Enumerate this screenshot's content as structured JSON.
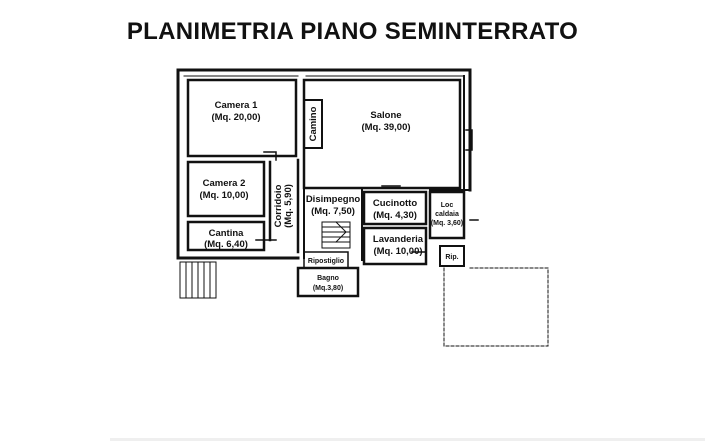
{
  "title": "PLANIMETRIA  PIANO SEMINTERRATO",
  "rooms": {
    "camera1": {
      "name": "Camera 1",
      "area": "(Mq. 20,00)"
    },
    "salone": {
      "name": "Salone",
      "area": "(Mq. 39,00)"
    },
    "camino": {
      "name": "Camino"
    },
    "camera2": {
      "name": "Camera 2",
      "area": "(Mq. 10,00)"
    },
    "corridoio": {
      "name": "Corridoio",
      "area": "(Mq. 5,90)"
    },
    "disimpegno": {
      "name": "Disimpegno",
      "area": "(Mq. 7,50)"
    },
    "cucinotto": {
      "name": "Cucinotto",
      "area": "(Mq. 4,30)"
    },
    "loc_caldaia": {
      "name1": "Loc",
      "name2": "caldaia",
      "area": "(Mq. 3,60)"
    },
    "cantina": {
      "name": "Cantina",
      "area": "(Mq. 6,40)"
    },
    "lavanderia": {
      "name": "Lavanderia",
      "area": "(Mq. 10,00)"
    },
    "ripostiglio": {
      "name": "Ripostiglio"
    },
    "bagno": {
      "name": "Bagno",
      "area": "(Mq.3,80)"
    },
    "rip": {
      "name": "Rip."
    }
  },
  "colors": {
    "wall": "#111111",
    "background": "#ffffff"
  }
}
